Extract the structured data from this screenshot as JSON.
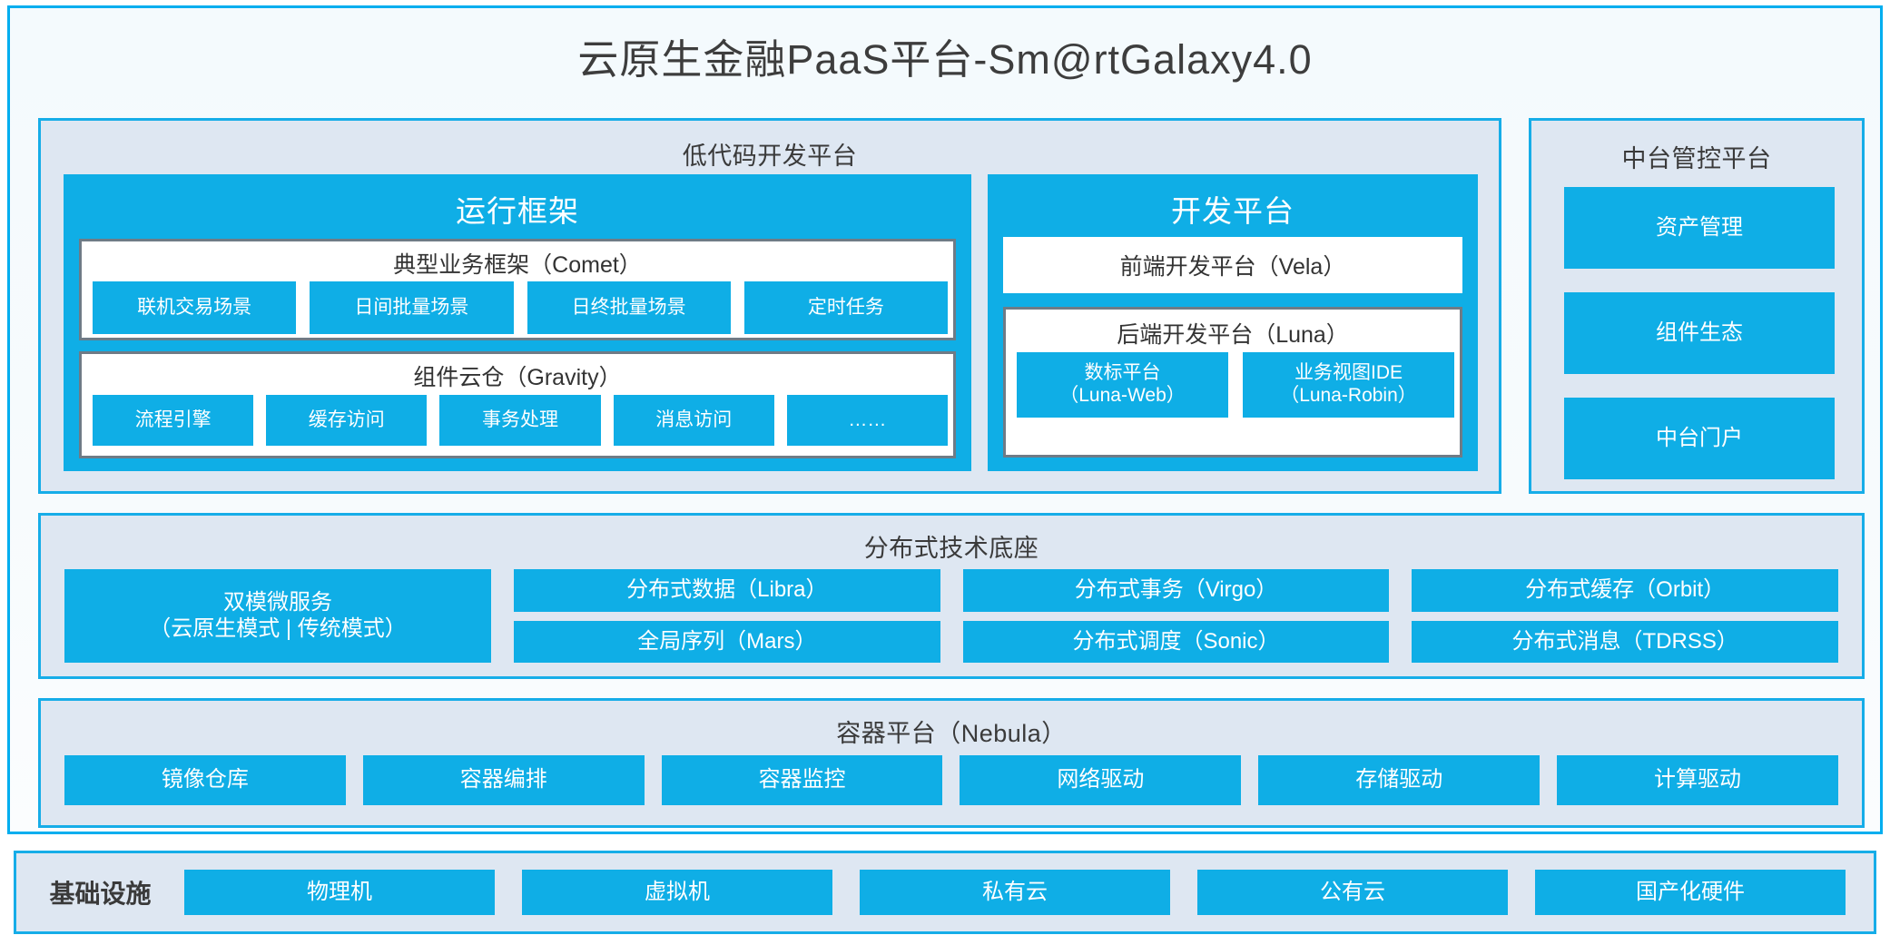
{
  "page": {
    "title": "云原生金融PaaS平台-Sm@rtGalaxy4.0",
    "accent_blue": "#0FAEE6",
    "panel_bg": "#DEE7F2",
    "panel_border": "#16ADE8",
    "inner_border_grey": "#6F7B86",
    "frame_border": "#00AEEF"
  },
  "lowcode": {
    "title": "低代码开发平台",
    "runtime": {
      "title": "运行框架",
      "comet": {
        "title": "典型业务框架（Comet）",
        "items": [
          "联机交易场景",
          "日间批量场景",
          "日终批量场景",
          "定时任务"
        ]
      },
      "gravity": {
        "title": "组件云仓（Gravity）",
        "items": [
          "流程引擎",
          "缓存访问",
          "事务处理",
          "消息访问",
          "……"
        ]
      }
    },
    "devplatform": {
      "title": "开发平台",
      "frontend": "前端开发平台（Vela）",
      "backend": {
        "title": "后端开发平台（Luna）",
        "items": [
          {
            "name": "数标平台",
            "code": "（Luna-Web）"
          },
          {
            "name": "业务视图IDE",
            "code": "（Luna-Robin）"
          }
        ]
      }
    }
  },
  "midend": {
    "title": "中台管控平台",
    "items": [
      "资产管理",
      "组件生态",
      "中台门户"
    ]
  },
  "distributed": {
    "title": "分布式技术底座",
    "microservice": {
      "name": "双模微服务",
      "modes": "（云原生模式 | 传统模式）"
    },
    "columns": [
      {
        "top": "分布式数据（Libra）",
        "bottom": "全局序列（Mars）"
      },
      {
        "top": "分布式事务（Virgo）",
        "bottom": "分布式调度（Sonic）"
      },
      {
        "top": "分布式缓存（Orbit）",
        "bottom": "分布式消息（TDRSS）"
      }
    ]
  },
  "container": {
    "title": "容器平台（Nebula）",
    "items": [
      "镜像仓库",
      "容器编排",
      "容器监控",
      "网络驱动",
      "存储驱动",
      "计算驱动"
    ]
  },
  "infrastructure": {
    "label": "基础设施",
    "items": [
      "物理机",
      "虚拟机",
      "私有云",
      "公有云",
      "国产化硬件"
    ]
  }
}
